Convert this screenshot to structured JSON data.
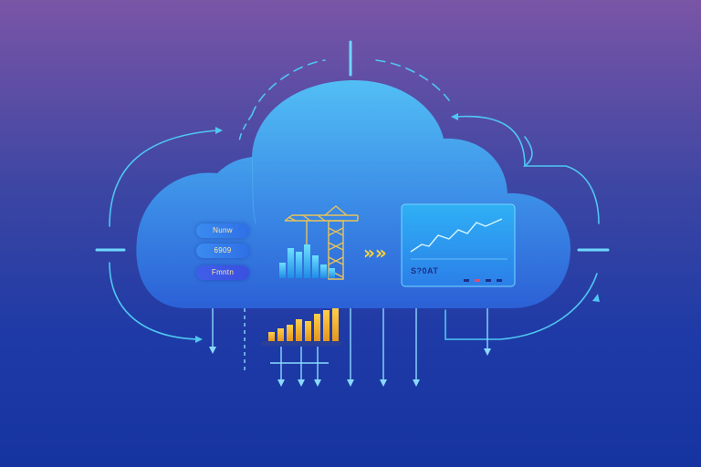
{
  "pills": [
    {
      "label": "Nunw"
    },
    {
      "label": "6909"
    },
    {
      "label": "Fmntn"
    }
  ],
  "panel": {
    "label": "S?0AT"
  },
  "chevrons": "»»",
  "colors": {
    "bg_top": "#7a55a6",
    "bg_bottom": "#1634a0",
    "cloud": "#3f9cf0",
    "accent_yellow": "#f3b62c",
    "line": "#4fc7f2"
  }
}
